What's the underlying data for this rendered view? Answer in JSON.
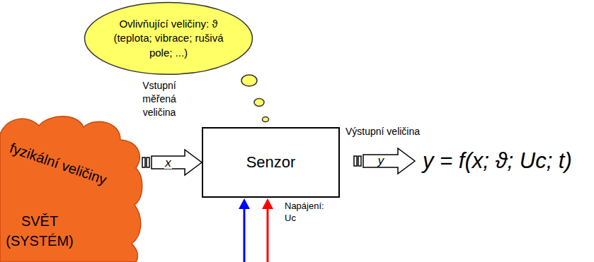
{
  "diagram": {
    "nodes": [
      {
        "text": [
          "fyzikální veličiny",
          "SVĚT (SYSTÉM)"
        ]
      },
      {
        "text": [
          "Ovlivňující veličiny: ϑ (teplota; vibrace; rušivá pole; ...)"
        ]
      },
      {
        "text": [
          "Senzor"
        ]
      }
    ],
    "edges": [
      {
        "from": 0,
        "to": 2,
        "arrow": "to",
        "label": "x"
      }
    ],
    "labels": [
      "Vstupní měřená veličina",
      "Výstupní veličina",
      "y",
      "y = f(x; ϑ; Uc; t)",
      "Napájení: Uc"
    ]
  }
}
